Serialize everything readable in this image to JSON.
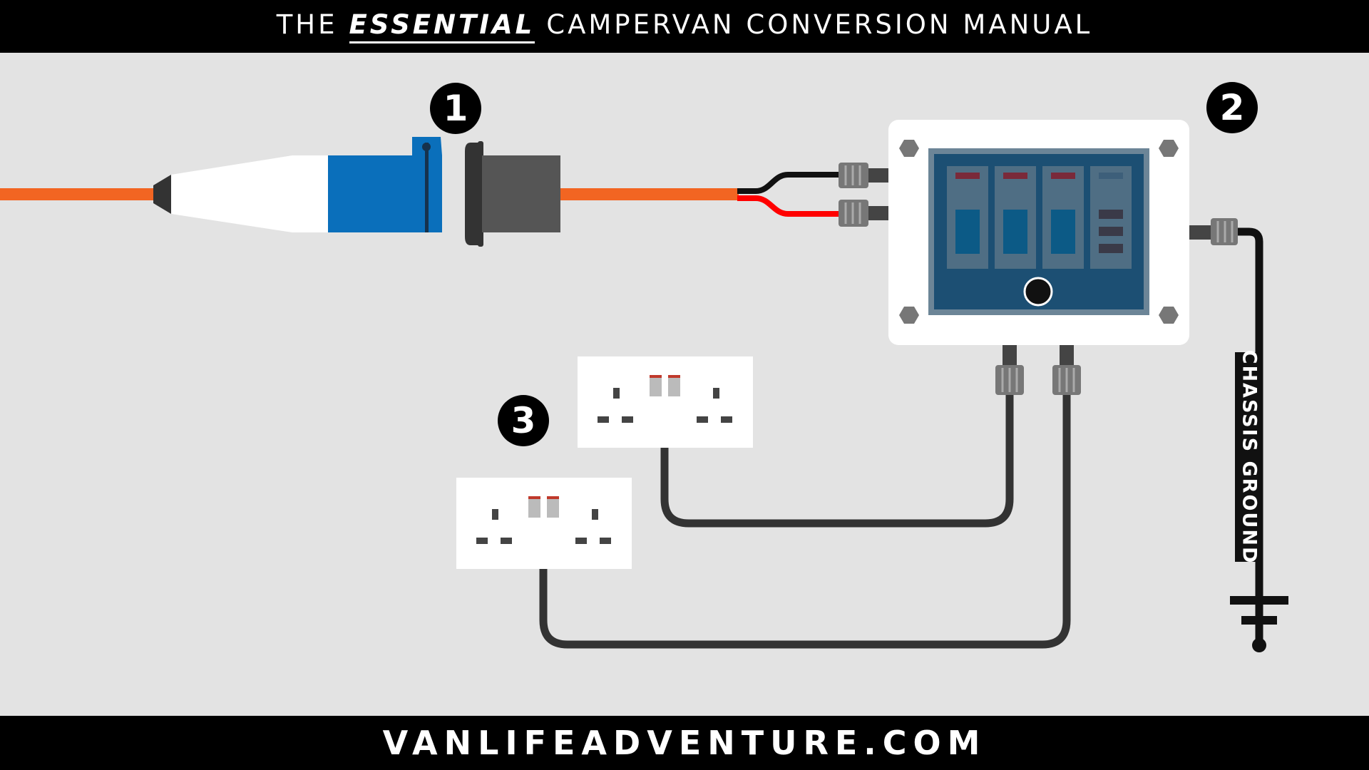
{
  "header": {
    "title_before": "THE",
    "title_emphasis": "ESSENTIAL",
    "title_after": "CAMPERVAN CONVERSION MANUAL"
  },
  "footer": {
    "website": "VANLIFEADVENTURE.COM"
  },
  "markers": {
    "one": "1",
    "two": "2",
    "three": "3"
  },
  "labels": {
    "chassis_ground": "CHASSIS GROUND"
  },
  "colors": {
    "background": "#e3e3e3",
    "banner": "#000000",
    "hookup_cable": "#f26522",
    "plug_blue": "#0a6fbb",
    "consumer_unit": "#1c4f73",
    "live_wire": "#ff0000",
    "neutral_wire": "#111111",
    "socket_cable": "#333333"
  },
  "icons": {
    "plug": "blue-hookup-plug-icon",
    "inlet": "inlet-socket-icon",
    "consumer_unit": "consumer-unit-icon",
    "socket": "double-socket-icon",
    "ground": "ground-symbol-icon"
  }
}
